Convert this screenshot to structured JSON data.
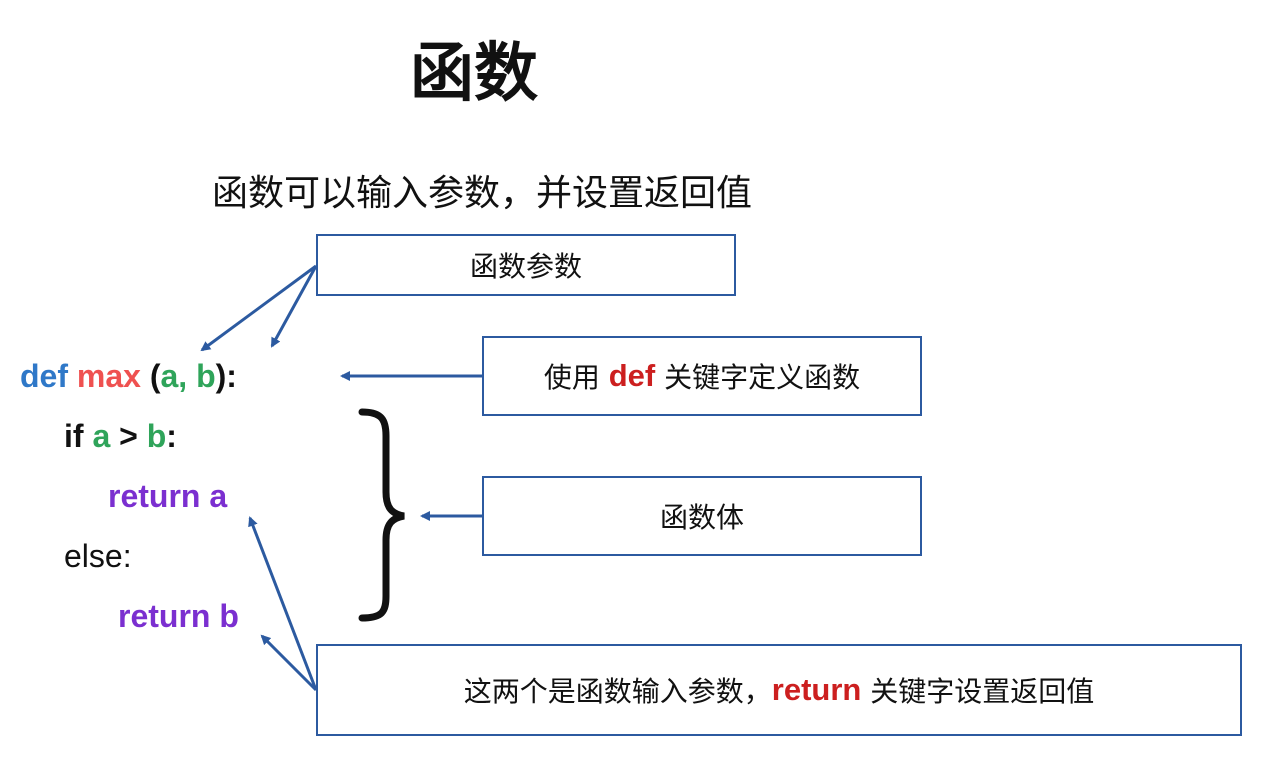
{
  "title": "函数",
  "subtitle": "函数可以输入参数，并设置返回值",
  "code": {
    "line1": {
      "def": "def",
      "name": "max",
      "open": " (",
      "a": "a",
      "comma": ", ",
      "b": "b",
      "close": "):"
    },
    "line2": {
      "if": "if",
      "a": "a",
      "gt": " > ",
      "b": "b",
      "colon": ":"
    },
    "line3": {
      "return": "return",
      "a": "a"
    },
    "line4": {
      "else": "else:"
    },
    "line5": {
      "return": "return",
      "b": "b"
    }
  },
  "labels": {
    "params": "函数参数",
    "def_pre": "使用 ",
    "def_kw": "def",
    "def_post": " 关键字定义函数",
    "body": "函数体",
    "return_pre": "这两个是函数输入参数，",
    "return_kw": "return",
    "return_post": " 关键字设置返回值"
  },
  "colors": {
    "arrow": "#2c5aa0",
    "def": "#2f78c8",
    "function_name": "#ef5150",
    "parameter": "#2fa45a",
    "return": "#7b2fd0",
    "keyword_highlight": "#cc1f1f"
  }
}
